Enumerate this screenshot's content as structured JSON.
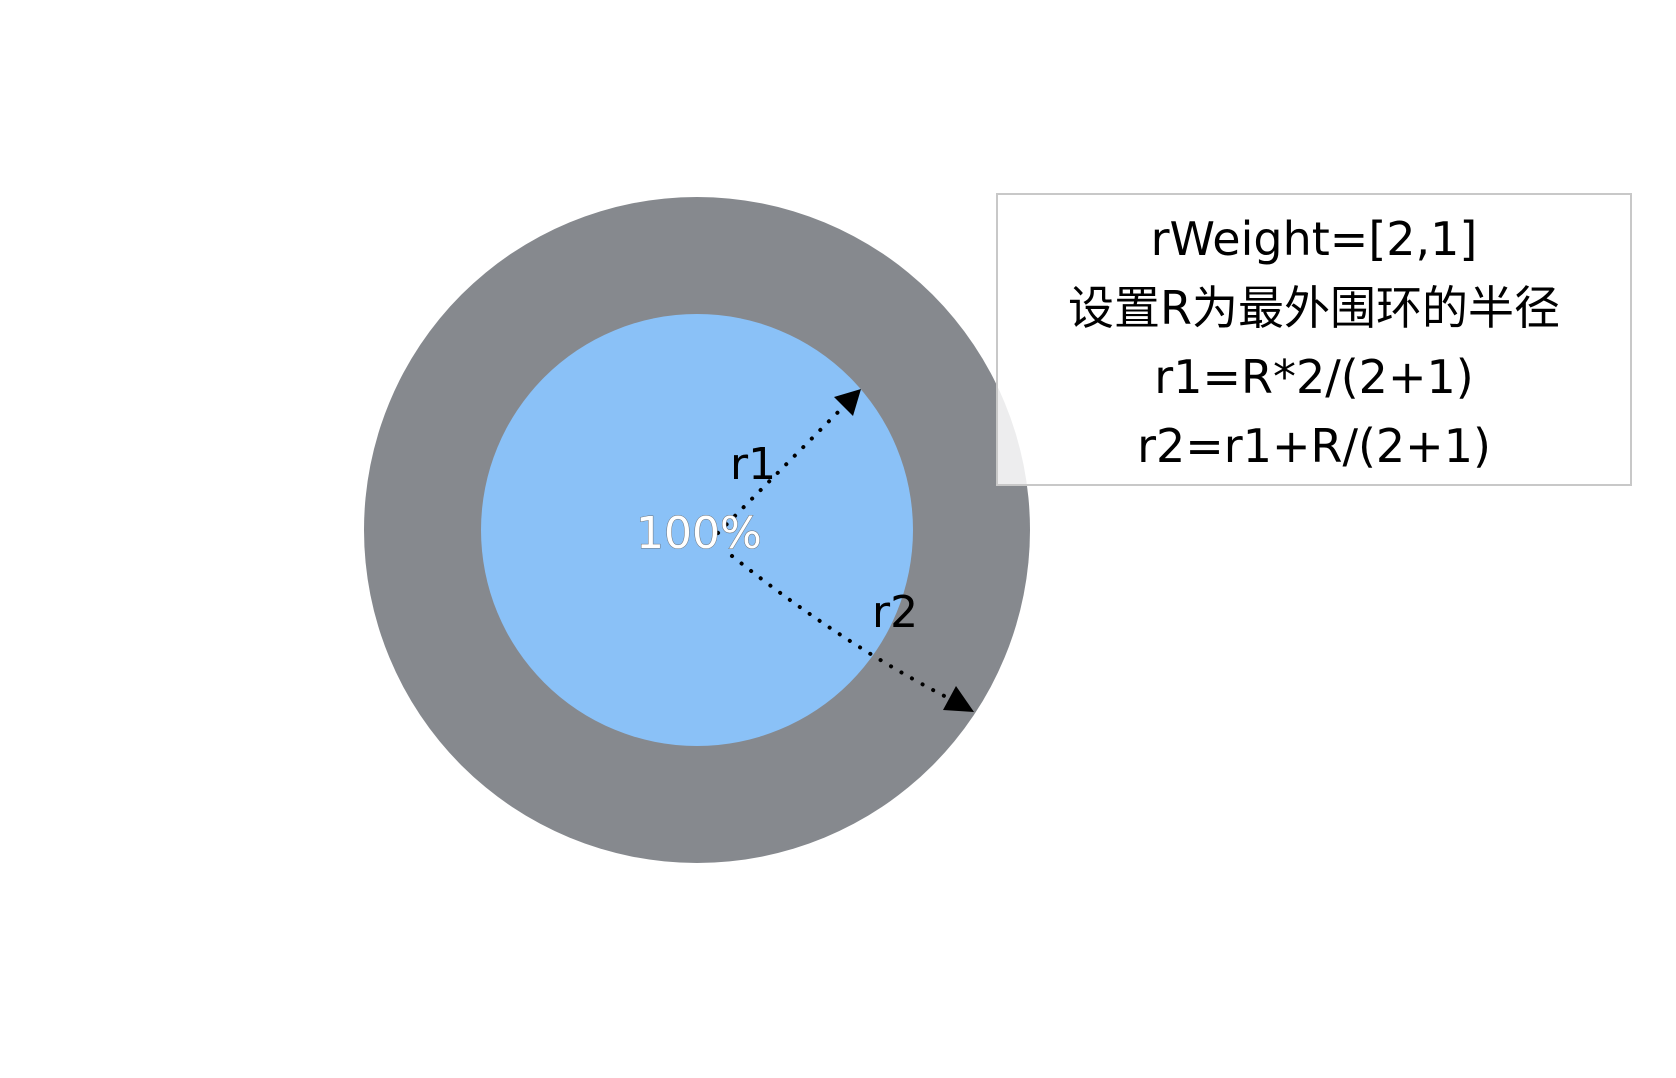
{
  "diagram": {
    "center_label": "100%",
    "labels": {
      "r1": "r1",
      "r2": "r2"
    },
    "formula_box": {
      "lines": [
        "rWeight=[2,1]",
        "设置R为最外围环的半径",
        "r1=R*2/(2+1)",
        "r2=r1+R/(2+1)"
      ]
    },
    "colors": {
      "outer_ring": "#86898e",
      "inner_circle": "#8ac1f7",
      "box_border": "#c8c8c8",
      "arrow": "#000000"
    }
  }
}
